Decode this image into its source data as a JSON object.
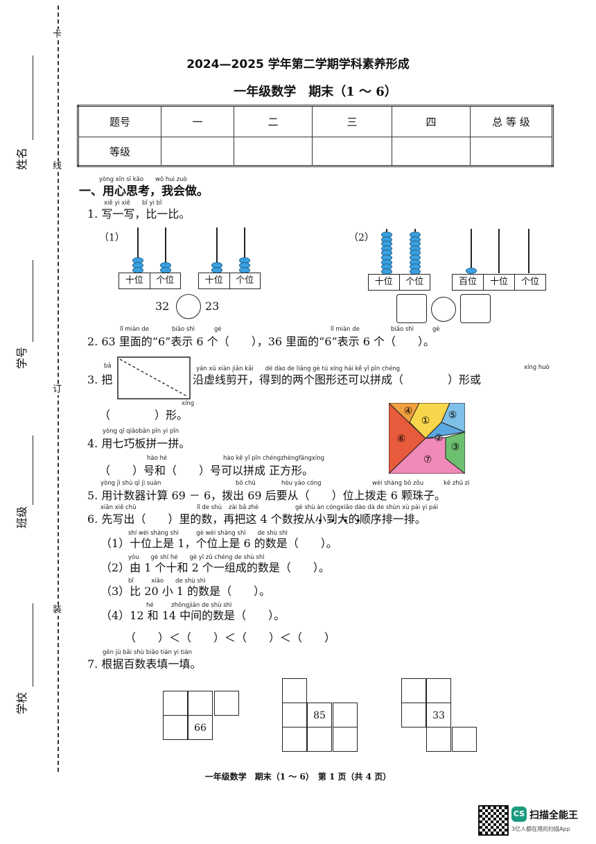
{
  "margin": {
    "labels": [
      "姓名",
      "学号",
      "班级",
      "学校"
    ],
    "cut_chars": [
      "卡",
      "线",
      "订",
      "装"
    ]
  },
  "header": {
    "title1": "2024—2025 学年第二学期学科素养形成",
    "title2": "一年级数学　期末（1 ～ 6）"
  },
  "score_table": {
    "row1": [
      "题号",
      "一",
      "二",
      "三",
      "四",
      "总 等 级"
    ],
    "row2_label": "等级"
  },
  "section1": {
    "title": "一、用心思考，我会做。",
    "title_py": "yòng xīn sī kǎo　　wǒ huì zuò"
  },
  "q1": {
    "text": "1. 写一写，比一比。",
    "py": "xiě yi xiě　　bǐ yi bǐ",
    "part1": "（1）",
    "part2": "（2）",
    "pv_two": [
      "十位",
      "个位"
    ],
    "pv_three": [
      "百位",
      "十位",
      "个位"
    ],
    "compare_left": "32",
    "compare_right": "23"
  },
  "q2": {
    "text": "2. 63 里面的“6”表示 6 个（　　），36 里面的“6”表示 6 个（　　）。",
    "py1": "lǐ miàn de",
    "py2": "biǎo shì",
    "py3": "gè",
    "py4": "lǐ miàn de",
    "py5": "biǎo shì",
    "py6": "gè"
  },
  "q3": {
    "prefix": "3. 把",
    "text": "沿虚线剪开，得到的两个图形还可以拼成（　　　　）形或",
    "text2": "（　　　　）形。",
    "py_ba": "bǎ",
    "py_main": "yán xū xiàn jiǎn kāi　　dé dào de liǎng gè tú xíng hái kě yǐ pīn chéng",
    "py_huo": "xíng huò",
    "py_xing": "xíng"
  },
  "q4": {
    "text": "4. 用七巧板拼一拼。",
    "py": "yòng qī qiǎobǎn pīn yi pīn",
    "text2": "（　　）号和（　　）号可以拼成 正方形。",
    "py2a": "hào hé",
    "py2b": "hào kě yǐ pīn chéngzhèngfāngxíng",
    "pieces": [
      "④",
      "①",
      "⑤",
      "⑥",
      "②",
      "③",
      "⑦"
    ]
  },
  "q5": {
    "text": "5. 用计数器计算 69 － 6，拨出 69 后要从（　　）位上拨走 6 颗珠子。",
    "py1": "yòng jì shù qì jì suàn",
    "py2": "bō chū",
    "py3": "hòu yào cóng",
    "py4": "wèi shàng bō zǒu",
    "py5": "kē zhū zi"
  },
  "q6": {
    "text": "6. 先写出（　　）里的数，再把这 4 个数按从小到大的顺序排一排。",
    "py1": "xiān xiě chū",
    "py2": "lǐ de shù",
    "py3": "zài bǎ zhè",
    "py4": "gè shù àn cóngxiǎo dào dà de shùn xù pái yi pái",
    "items": [
      "（1）十位上是 1，个位上是 6 的数是（　　）。",
      "（2）由 1 个十和 2 个一组成的数是（　　）。",
      "（3）比 20 小 1 的数是（　　）。",
      "（4）12 和 14 中间的数是（　　）。"
    ],
    "items_py": [
      "shí wèi shàng shì　　　gè wèi shàng shì　　de shù shì",
      "yóu　　gè shí hé　　gè yī zǔ chéng de shù shì",
      "bǐ　　　xiǎo　　de shù shì",
      "hé　　　zhōngjiān de shù shì"
    ],
    "order_line": "（　　）＜（　　）＜（　　）＜（　　）"
  },
  "q7": {
    "text": "7. 根据百数表填一填。",
    "py": "gēn jù bǎi shù biǎo tián yi tián",
    "n1": "66",
    "n2": "85",
    "n3": "33"
  },
  "footer": "一年级数学　期末（1 ～ 6）　第 1 页（共 4 页）",
  "watermark": {
    "badge": "CS",
    "name": "扫描全能王",
    "tagline": "3亿人都在用的扫描App"
  }
}
